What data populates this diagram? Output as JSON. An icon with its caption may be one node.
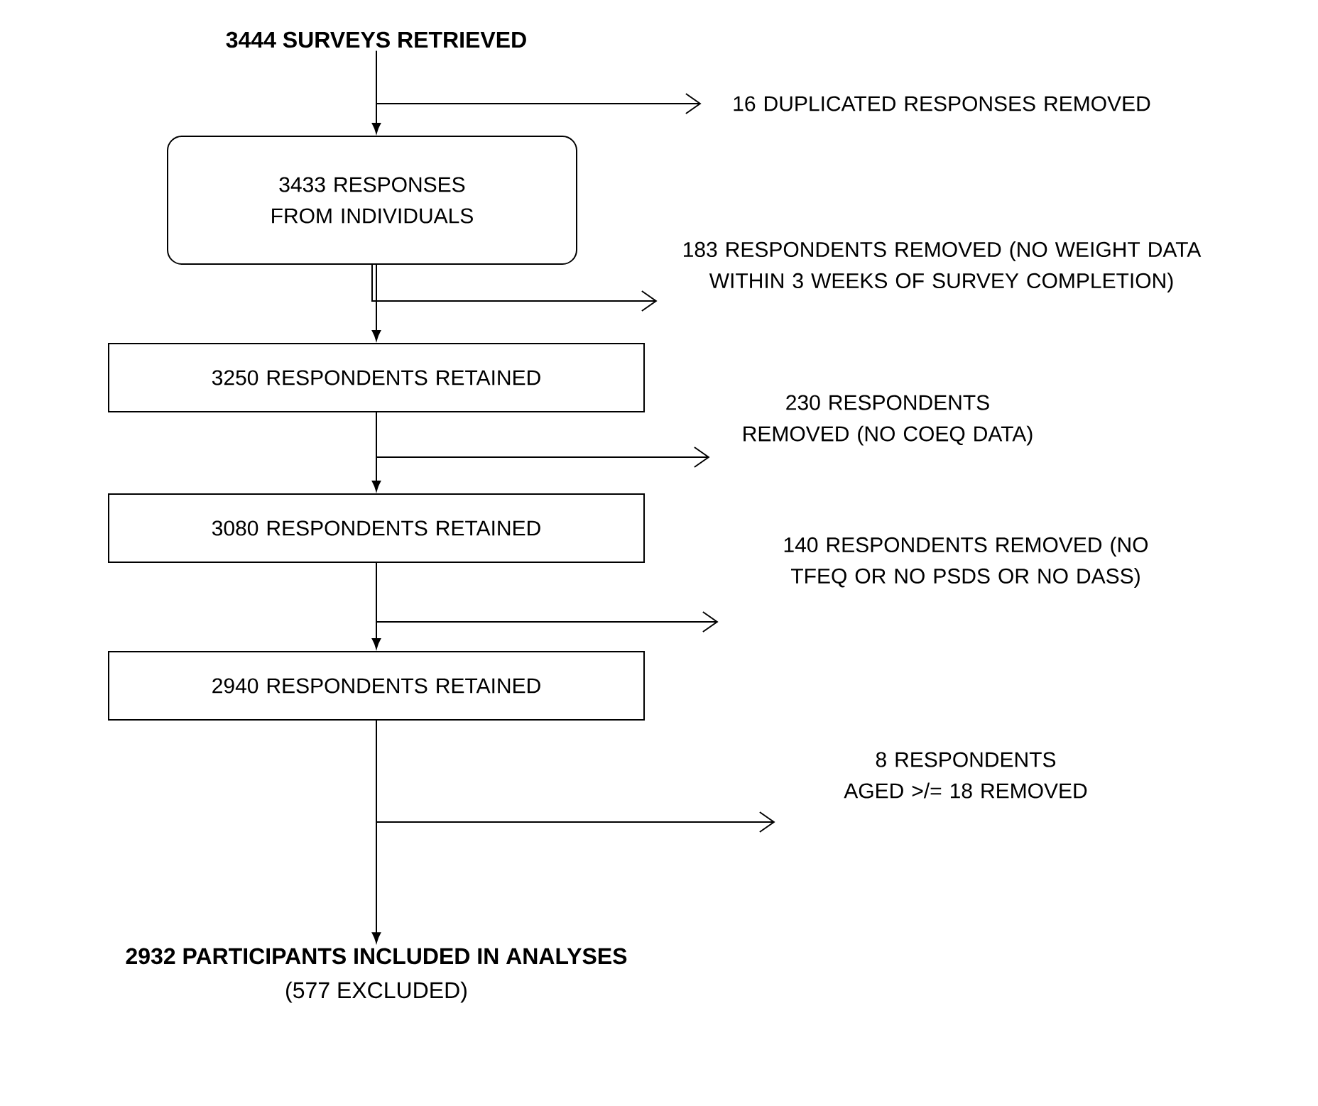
{
  "diagram": {
    "nodes": [
      {
        "text": [
          "3444 SURVEYS RETRIEVED"
        ]
      },
      {
        "text": [
          "3433 RESPONSES FROM INDIVIDUALS"
        ]
      },
      {
        "text": [
          "16 DUPLICATED RESPONSES REMOVED"
        ]
      },
      {
        "text": [
          "3250 RESPONDENTS RETAINED"
        ]
      },
      {
        "text": [
          "183 RESPONDENTS REMOVED (NO WEIGHT DATA WITHIN 3 WEEKS OF SURVEY COMPLETION)"
        ]
      },
      {
        "text": [
          "3080 RESPONDENTS RETAINED"
        ]
      },
      {
        "text": [
          "230 RESPONDENTS REMOVED (NO COEQ DATA)"
        ]
      },
      {
        "text": [
          "2940 RESPONDENTS RETAINED"
        ]
      },
      {
        "text": [
          "140 RESPONDENTS REMOVED (NO TFEQ OR NO PSDS OR NO DASS)"
        ]
      },
      {
        "text": [
          "2932 PARTICIPANTS INCLUDED IN ANALYSES",
          "(577 EXCLUDED)"
        ]
      },
      {
        "text": [
          "8 RESPONDENTS AGED >/= 18 REMOVED"
        ]
      }
    ],
    "edges": [
      {
        "from": 0,
        "to": 1,
        "arrow": "to"
      },
      {
        "from": 0,
        "to": 2,
        "arrow": "to"
      },
      {
        "from": 1,
        "to": 3,
        "arrow": "to"
      },
      {
        "from": 1,
        "to": 4,
        "arrow": "to"
      },
      {
        "from": 3,
        "to": 5,
        "arrow": "to"
      },
      {
        "from": 3,
        "to": 6,
        "arrow": "to"
      },
      {
        "from": 5,
        "to": 7,
        "arrow": "to"
      },
      {
        "from": 5,
        "to": 8,
        "arrow": "to"
      },
      {
        "from": 7,
        "to": 9,
        "arrow": "to"
      },
      {
        "from": 7,
        "to": 10,
        "arrow": "to"
      }
    ]
  }
}
